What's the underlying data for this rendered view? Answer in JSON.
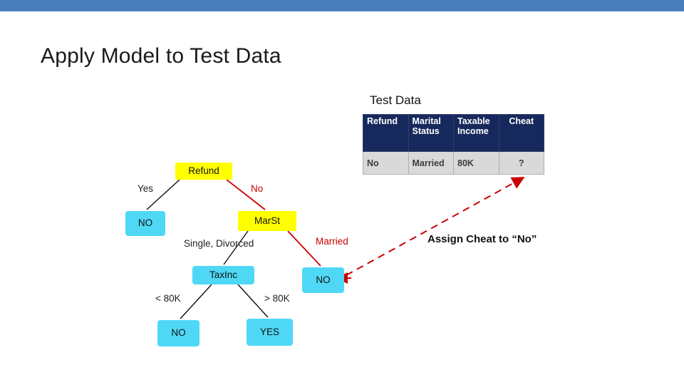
{
  "slide": {
    "title": "Apply Model to Test Data",
    "topbar_color": "#4a7ebb"
  },
  "test_data": {
    "caption": "Test Data",
    "columns": [
      "Refund",
      "Marital Status",
      "Taxable Income",
      "Cheat"
    ],
    "rows": [
      [
        "No",
        "Married",
        "80K",
        "?"
      ]
    ],
    "header_bg": "#17295c",
    "row_bg": "#d9d9d9"
  },
  "tree": {
    "nodes": [
      {
        "id": "refund",
        "label": "Refund",
        "color": "#ffff00"
      },
      {
        "id": "no1",
        "label": "NO",
        "color": "#4fd8f5"
      },
      {
        "id": "marst",
        "label": "MarSt",
        "color": "#ffff00"
      },
      {
        "id": "taxinc",
        "label": "TaxInc",
        "color": "#4fd8f5"
      },
      {
        "id": "no2",
        "label": "NO",
        "color": "#4fd8f5"
      },
      {
        "id": "no3",
        "label": "NO",
        "color": "#4fd8f5"
      },
      {
        "id": "yes",
        "label": "YES",
        "color": "#4fd8f5"
      }
    ],
    "edges": [
      {
        "id": "yes-branch",
        "label": "Yes"
      },
      {
        "id": "no-branch",
        "label": "No"
      },
      {
        "id": "single-divorced-branch",
        "label": "Single, Divorced"
      },
      {
        "id": "married-branch",
        "label": "Married"
      },
      {
        "id": "lt80k-branch",
        "label": "< 80K"
      },
      {
        "id": "gt80k-branch",
        "label": "> 80K"
      }
    ]
  },
  "annotation": {
    "assign_text": "Assign Cheat to “No”",
    "path_color": "#cc0000"
  }
}
